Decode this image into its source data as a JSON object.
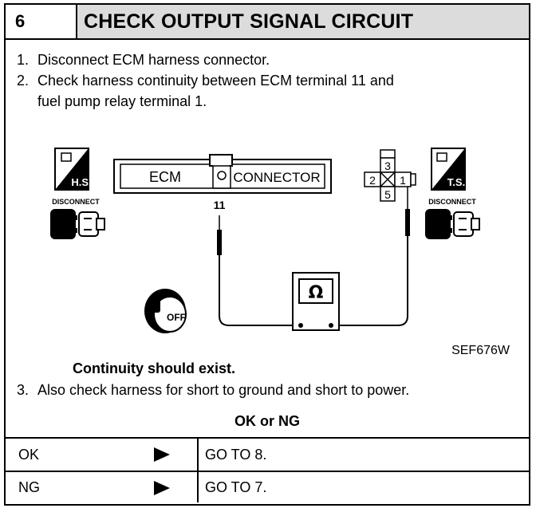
{
  "header": {
    "step_number": "6",
    "title": "CHECK OUTPUT SIGNAL CIRCUIT"
  },
  "instructions": {
    "step1_num": "1.",
    "step1_text": "Disconnect ECM harness connector.",
    "step2_num": "2.",
    "step2_line1": "Check harness continuity between ECM terminal 11 and",
    "step2_line2": "fuel pump relay terminal 1.",
    "step3_num": "3.",
    "step3_text": "Also check harness for short to ground and short to power."
  },
  "diagram": {
    "hs_label": "H.S.",
    "ts_label": "T.S.",
    "disconnect_left": "DISCONNECT",
    "disconnect_right": "DISCONNECT",
    "ecm_label": "ECM",
    "connector_label": "CONNECTOR",
    "terminal_label": "11",
    "relay_top": "3",
    "relay_left": "2",
    "relay_right": "1",
    "relay_bottom": "5",
    "ohm_symbol": "Ω",
    "key_label": "OFF",
    "figure_code": "SEF676W"
  },
  "continuity_text": "Continuity should exist.",
  "result_heading": "OK or NG",
  "results": [
    {
      "key": "OK",
      "action": "GO TO 8."
    },
    {
      "key": "NG",
      "action": "GO TO 7."
    }
  ]
}
